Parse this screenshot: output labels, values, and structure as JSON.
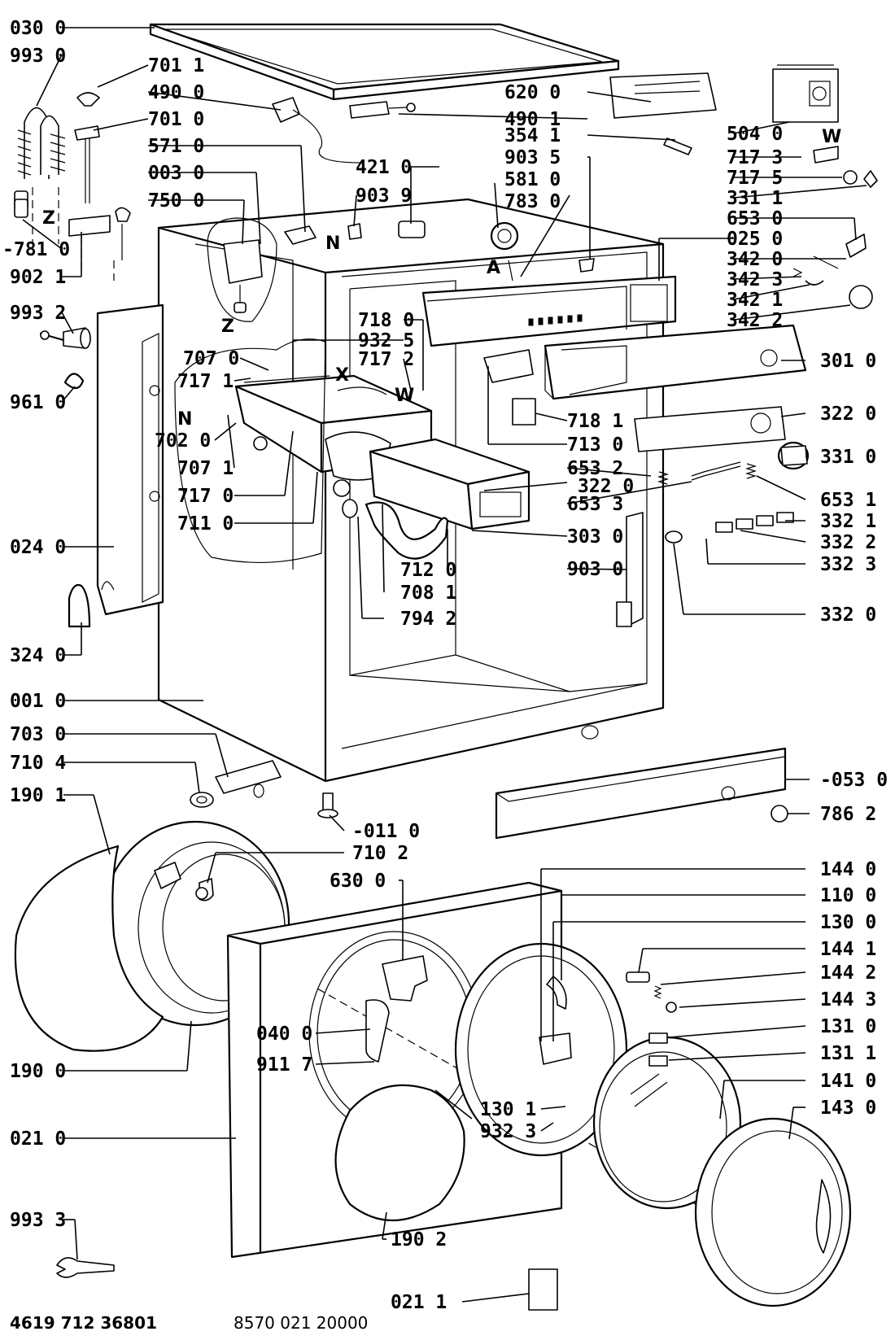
{
  "diagram": {
    "parts": [
      {
        "id": "p0300",
        "label": "030 0",
        "part": "top-cover"
      },
      {
        "id": "p9930",
        "label": "993 0",
        "part": "suspension-spring"
      },
      {
        "id": "p7011a",
        "label": "701 1",
        "part": "cap"
      },
      {
        "id": "p4900",
        "label": "490 0",
        "part": "mains-cable"
      },
      {
        "id": "p7010",
        "label": "701 0",
        "part": "suspension-damper"
      },
      {
        "id": "p5710",
        "label": "571 0",
        "part": "valve"
      },
      {
        "id": "p0030",
        "label": "003 0",
        "part": "frame-top"
      },
      {
        "id": "p7500",
        "label": "750 0",
        "part": "filter"
      },
      {
        "id": "p7810",
        "label": "781 0",
        "part": "spring-end"
      },
      {
        "id": "p9021",
        "label": "902 1",
        "part": "bracket"
      },
      {
        "id": "p9932",
        "label": "993 2",
        "part": "damper"
      },
      {
        "id": "p9610",
        "label": "961 0",
        "part": "ring"
      },
      {
        "id": "p7070",
        "label": "707 0",
        "part": "hose"
      },
      {
        "id": "p7171",
        "label": "717 1",
        "part": "clamp"
      },
      {
        "id": "p7020",
        "label": "702 0",
        "part": "connector"
      },
      {
        "id": "p7071",
        "label": "707 1",
        "part": "hose-clamp"
      },
      {
        "id": "p7170",
        "label": "717 0",
        "part": "clamp"
      },
      {
        "id": "p7110",
        "label": "711 0",
        "part": "dispenser-housing"
      },
      {
        "id": "p0240",
        "label": "024 0",
        "part": "side-panel"
      },
      {
        "id": "p3240",
        "label": "324 0",
        "part": "bracket"
      },
      {
        "id": "p0010",
        "label": "001 0",
        "part": "cabinet"
      },
      {
        "id": "p7030",
        "label": "703 0",
        "part": "pipe"
      },
      {
        "id": "p7104",
        "label": "710 4",
        "part": "seal"
      },
      {
        "id": "p1901",
        "label": "190 1",
        "part": "spring"
      },
      {
        "id": "p1900",
        "label": "190 0",
        "part": "door-seal"
      },
      {
        "id": "p0210",
        "label": "021 0",
        "part": "front-panel"
      },
      {
        "id": "p9933",
        "label": "993 3",
        "part": "spanner"
      },
      {
        "id": "p6200",
        "label": "620 0",
        "part": "module"
      },
      {
        "id": "p4901",
        "label": "490 1",
        "part": "cable"
      },
      {
        "id": "p3541",
        "label": "354 1",
        "part": "sensor"
      },
      {
        "id": "p9035",
        "label": "903 5",
        "part": "clip"
      },
      {
        "id": "p5810",
        "label": "581 0",
        "part": "pressure-switch"
      },
      {
        "id": "p7830",
        "label": "783 0",
        "part": "tube"
      },
      {
        "id": "p4210",
        "label": "421 0",
        "part": "filter"
      },
      {
        "id": "p9039",
        "label": "903 9",
        "part": "clip"
      },
      {
        "id": "p5040",
        "label": "504 0",
        "part": "timer"
      },
      {
        "id": "p7173",
        "label": "717 3",
        "part": "clip"
      },
      {
        "id": "p7175",
        "label": "717 5",
        "part": "washer"
      },
      {
        "id": "p3311",
        "label": "331 1",
        "part": "knob-part"
      },
      {
        "id": "p6530",
        "label": "653 0",
        "part": "spring"
      },
      {
        "id": "p0250",
        "label": "025 0",
        "part": "control-panel-frame"
      },
      {
        "id": "p3420",
        "label": "342 0",
        "part": "switch"
      },
      {
        "id": "p3423",
        "label": "342 3",
        "part": "spring"
      },
      {
        "id": "p3421",
        "label": "342 1",
        "part": "lever"
      },
      {
        "id": "p3422",
        "label": "342 2",
        "part": "knob"
      },
      {
        "id": "p7180",
        "label": "718 0",
        "part": "support"
      },
      {
        "id": "p9325",
        "label": "932 5",
        "part": "spring"
      },
      {
        "id": "p7172",
        "label": "717 2",
        "part": "clamp"
      },
      {
        "id": "p3010",
        "label": "301 0",
        "part": "control-panel"
      },
      {
        "id": "p7181",
        "label": "718 1",
        "part": "support"
      },
      {
        "id": "p7130",
        "label": "713 0",
        "part": "guide"
      },
      {
        "id": "p3220",
        "label": "322 0",
        "part": "facia"
      },
      {
        "id": "p3310",
        "label": "331 0",
        "part": "knob"
      },
      {
        "id": "p6532",
        "label": "653 2",
        "part": "spring"
      },
      {
        "id": "p3220b",
        "label": "322 0",
        "part": "label"
      },
      {
        "id": "p6533",
        "label": "653 3",
        "part": "spring-set"
      },
      {
        "id": "p6531",
        "label": "653 1",
        "part": "spring"
      },
      {
        "id": "p3321",
        "label": "332 1",
        "part": "push-button"
      },
      {
        "id": "p3322",
        "label": "332 2",
        "part": "push-button"
      },
      {
        "id": "p3323",
        "label": "332 3",
        "part": "push-button"
      },
      {
        "id": "p3030",
        "label": "303 0",
        "part": "drawer-front"
      },
      {
        "id": "p9030",
        "label": "903 0",
        "part": "bracket"
      },
      {
        "id": "p7120",
        "label": "712 0",
        "part": "drawer"
      },
      {
        "id": "p7081",
        "label": "708 1",
        "part": "hose"
      },
      {
        "id": "p7942",
        "label": "794 2",
        "part": "seal"
      },
      {
        "id": "p3320",
        "label": "332 0",
        "part": "button"
      },
      {
        "id": "p0530",
        "label": "053 0",
        "part": "plinth"
      },
      {
        "id": "p7862",
        "label": "786 2",
        "part": "foot"
      },
      {
        "id": "p0110",
        "label": "011 0",
        "part": "foot-screw"
      },
      {
        "id": "p7102",
        "label": "710 2",
        "part": "elbow"
      },
      {
        "id": "p6300",
        "label": "630 0",
        "part": "door-lock"
      },
      {
        "id": "p1440",
        "label": "144 0",
        "part": "hinge"
      },
      {
        "id": "p1100",
        "label": "110 0",
        "part": "door-frame"
      },
      {
        "id": "p1300",
        "label": "130 0",
        "part": "handle"
      },
      {
        "id": "p1441",
        "label": "144 1",
        "part": "screw"
      },
      {
        "id": "p1442",
        "label": "144 2",
        "part": "spring"
      },
      {
        "id": "p1443",
        "label": "144 3",
        "part": "ring"
      },
      {
        "id": "p1310",
        "label": "131 0",
        "part": "hook"
      },
      {
        "id": "p1311",
        "label": "131 1",
        "part": "hook"
      },
      {
        "id": "p0400",
        "label": "040 0",
        "part": "lock-cover"
      },
      {
        "id": "p9117",
        "label": "911 7",
        "part": "screw"
      },
      {
        "id": "p1301",
        "label": "130 1",
        "part": "pin"
      },
      {
        "id": "p9323",
        "label": "932 3",
        "part": "spring"
      },
      {
        "id": "p1410",
        "label": "141 0",
        "part": "door-glass"
      },
      {
        "id": "p1430",
        "label": "143 0",
        "part": "door-ring"
      },
      {
        "id": "p1902",
        "label": "190 2",
        "part": "clamp-ring"
      },
      {
        "id": "p0211",
        "label": "021 1",
        "part": "label"
      }
    ],
    "letters": [
      {
        "id": "lZ1",
        "text": "Z"
      },
      {
        "id": "lZ2",
        "text": "Z"
      },
      {
        "id": "lN1",
        "text": "N"
      },
      {
        "id": "lN2",
        "text": "N"
      },
      {
        "id": "lA",
        "text": "A"
      },
      {
        "id": "lX",
        "text": "X"
      },
      {
        "id": "lW1",
        "text": "W"
      },
      {
        "id": "lW2",
        "text": "W"
      }
    ],
    "footer": {
      "left_code": "4619 712 36801",
      "right_code": "8570 021 20000"
    }
  }
}
